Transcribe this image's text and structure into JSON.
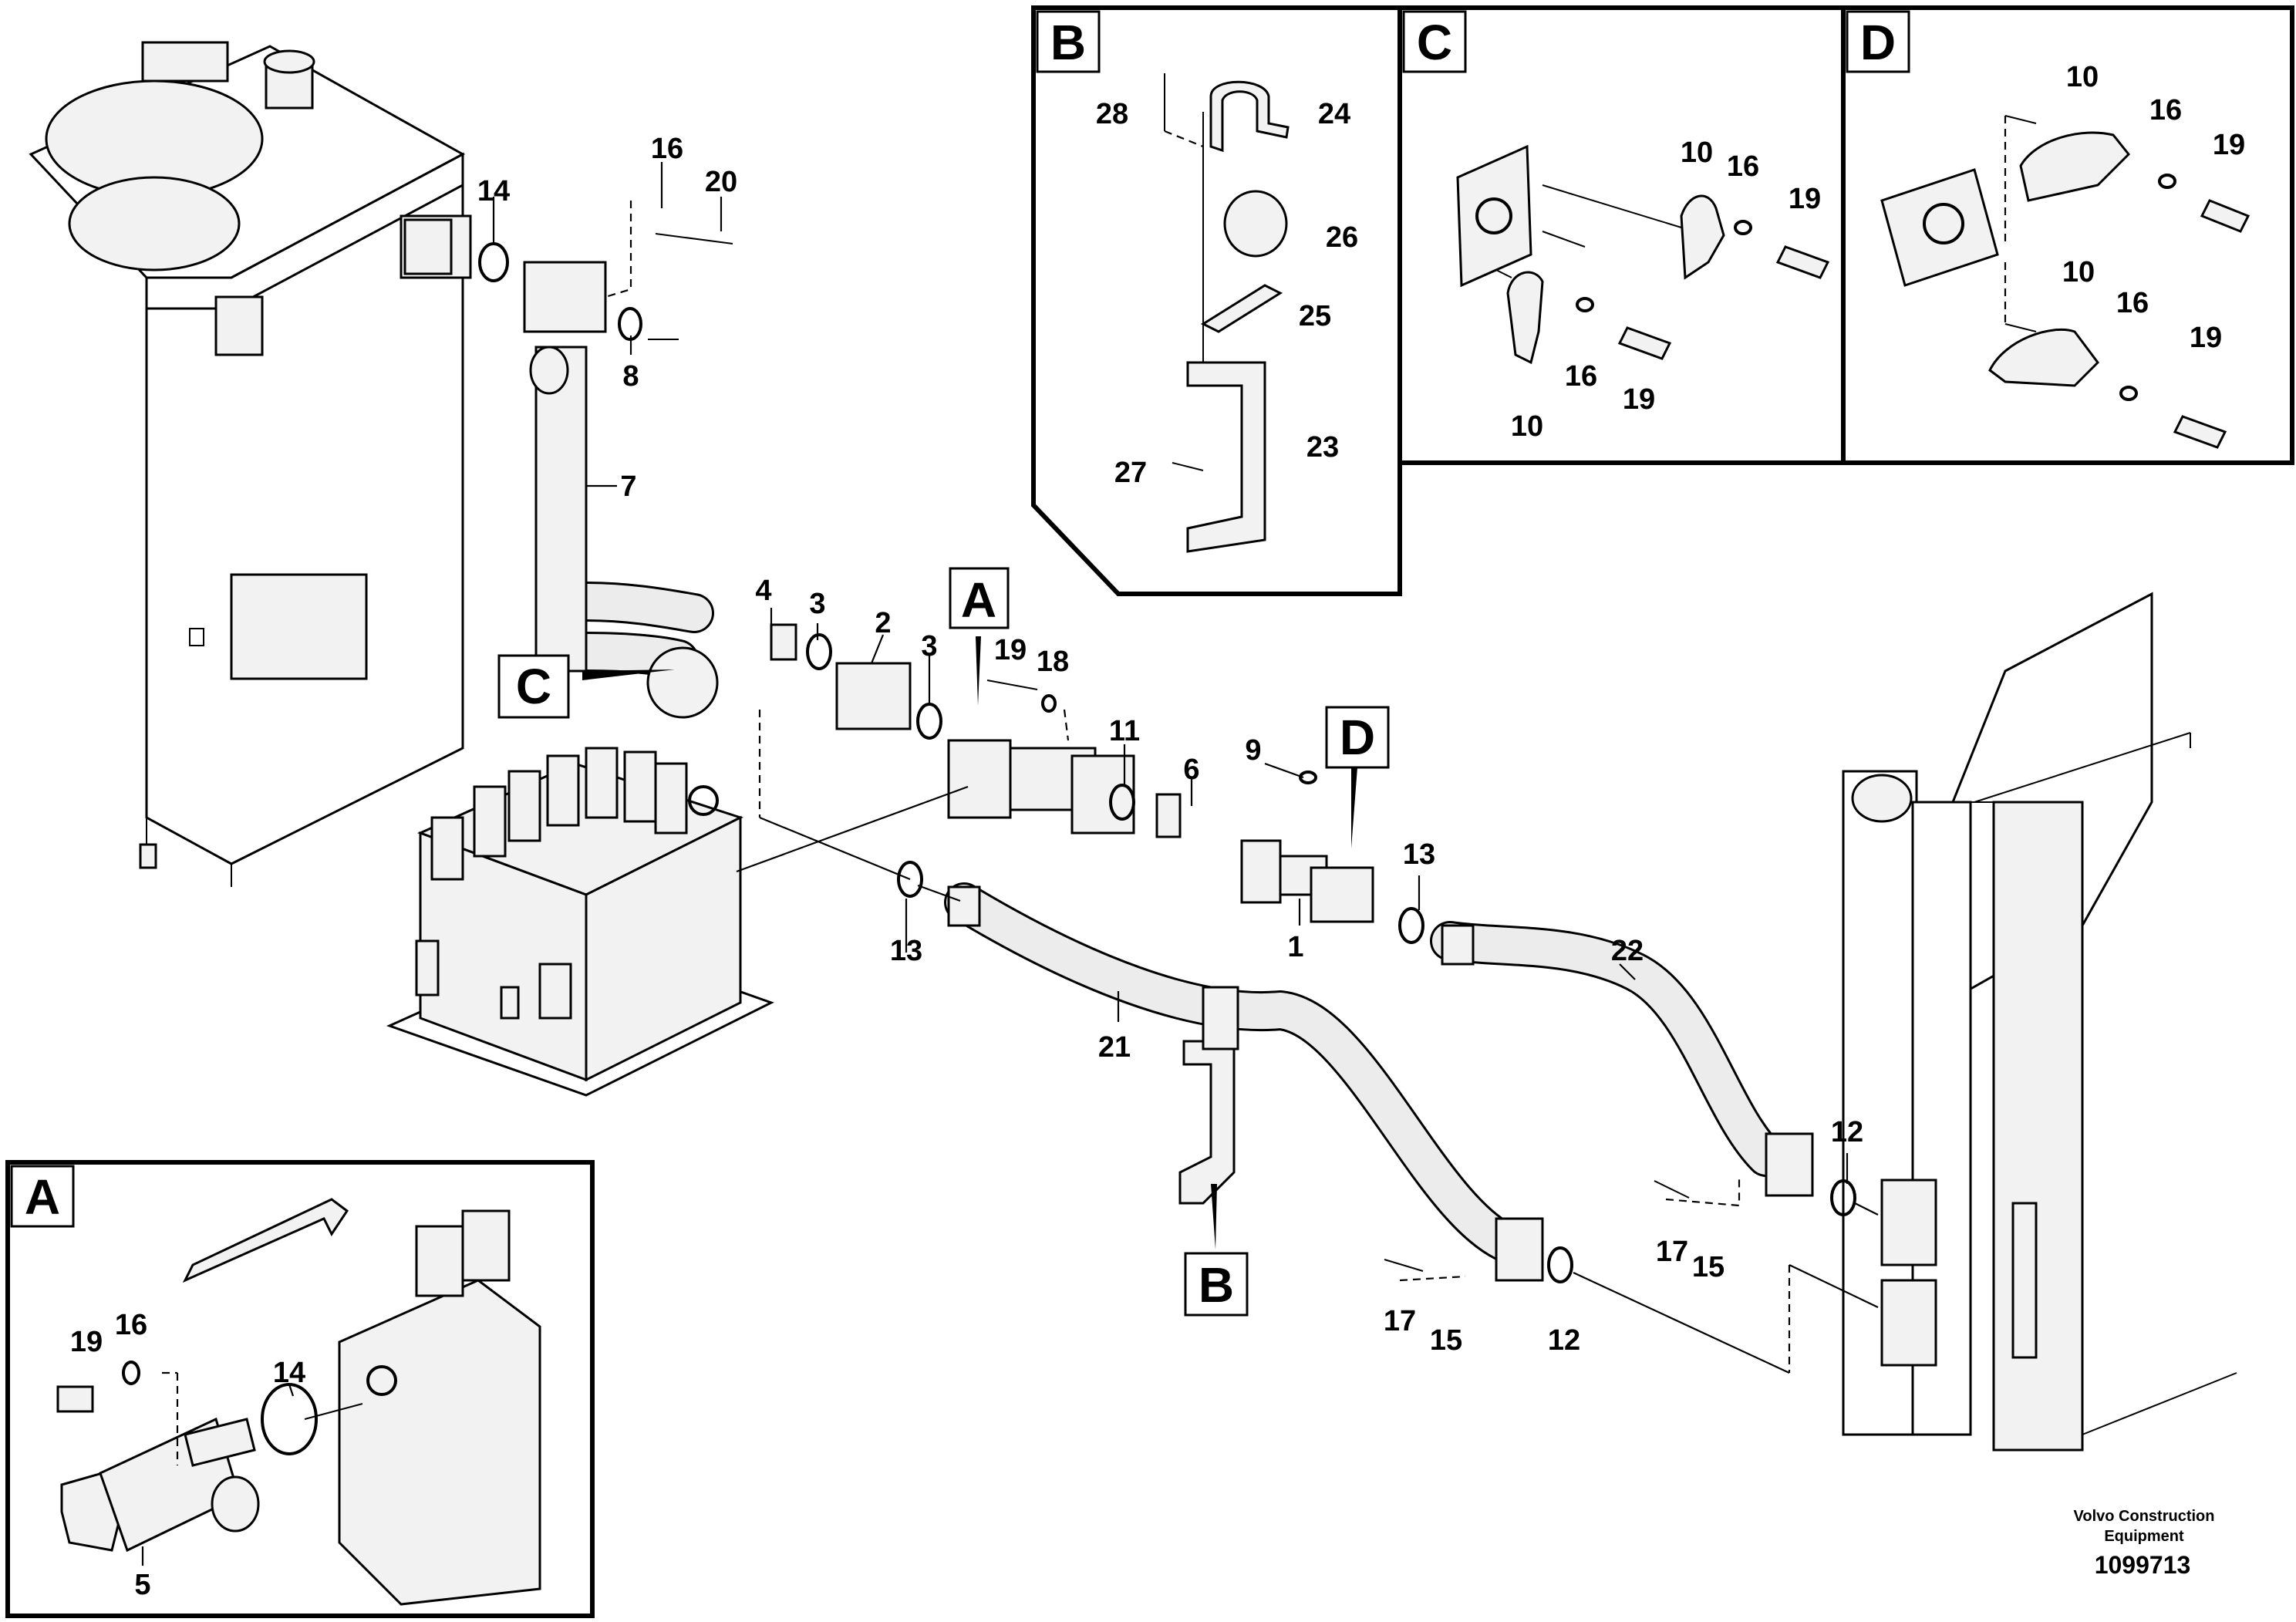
{
  "diagram": {
    "callouts": {
      "n1": "1",
      "n2": "2",
      "n3a": "3",
      "n3b": "3",
      "n4": "4",
      "n5": "5",
      "n6": "6",
      "n7": "7",
      "n8": "8",
      "n9": "9",
      "n11": "11",
      "n12a": "12",
      "n12b": "12",
      "n13a": "13",
      "n13b": "13",
      "n14a": "14",
      "n14b": "14",
      "n15a": "15",
      "n15b": "15",
      "n16a": "16",
      "n16b": "16",
      "n17a": "17",
      "n17b": "17",
      "n18": "18",
      "n19a": "19",
      "n19b": "19",
      "n20": "20",
      "n21": "21",
      "n22": "22"
    },
    "detail_refs": {
      "a": "A",
      "b": "B",
      "c": "C",
      "d": "D"
    },
    "detail_b": {
      "title": "B",
      "labels": {
        "n23": "23",
        "n24": "24",
        "n25": "25",
        "n26": "26",
        "n27": "27",
        "n28": "28"
      }
    },
    "detail_c": {
      "title": "C",
      "labels": {
        "n10a": "10",
        "n10b": "10",
        "n16a": "16",
        "n16b": "16",
        "n19a": "19",
        "n19b": "19"
      }
    },
    "detail_d": {
      "title": "D",
      "labels": {
        "n10a": "10",
        "n10b": "10",
        "n16a": "16",
        "n16b": "16",
        "n19a": "19",
        "n19b": "19"
      }
    },
    "detail_a": {
      "title": "A",
      "labels": {
        "n5": "5",
        "n14": "14",
        "n16": "16",
        "n19": "19"
      }
    },
    "credit": {
      "line1": "Volvo Construction",
      "line2": "Equipment",
      "number": "1099713"
    }
  }
}
